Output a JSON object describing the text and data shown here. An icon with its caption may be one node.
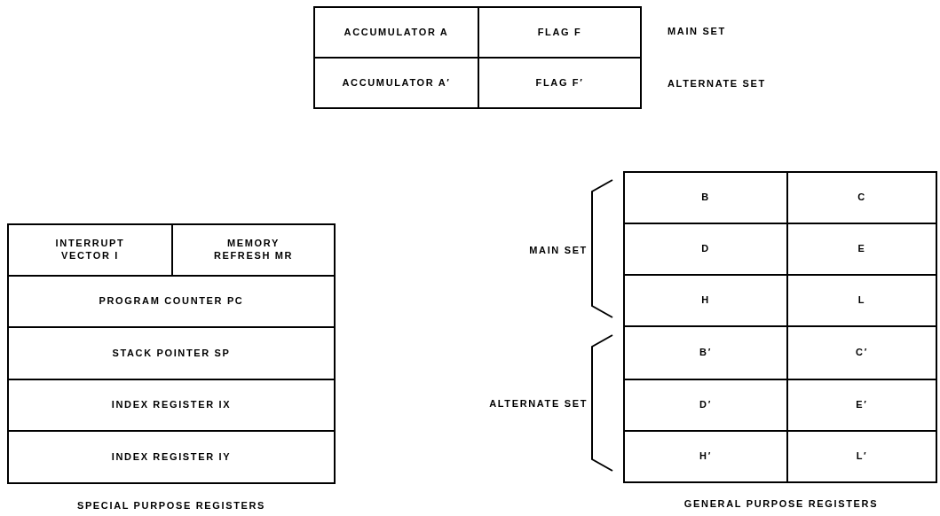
{
  "diagram": {
    "nodes": [
      {
        "text": [
          "ACCUMULATOR A"
        ]
      },
      {
        "text": [
          "FLAG F"
        ]
      },
      {
        "text": [
          "ACCUMULATOR A′"
        ]
      },
      {
        "text": [
          "FLAG F′"
        ]
      },
      {
        "text": [
          "INTERRUPT VECTOR I"
        ]
      },
      {
        "text": [
          "MEMORY REFRESH MR"
        ]
      },
      {
        "text": [
          "PROGRAM COUNTER PC"
        ]
      },
      {
        "text": [
          "STACK POINTER SP"
        ]
      },
      {
        "text": [
          "INDEX REGISTER IX"
        ]
      },
      {
        "text": [
          "INDEX REGISTER IY"
        ]
      },
      {
        "text": [
          "B"
        ]
      },
      {
        "text": [
          "C"
        ]
      },
      {
        "text": [
          "D"
        ]
      },
      {
        "text": [
          "E"
        ]
      },
      {
        "text": [
          "H"
        ]
      },
      {
        "text": [
          "L"
        ]
      },
      {
        "text": [
          "B′"
        ]
      },
      {
        "text": [
          "C′"
        ]
      },
      {
        "text": [
          "D′"
        ]
      },
      {
        "text": [
          "E′"
        ]
      },
      {
        "text": [
          "H′"
        ]
      },
      {
        "text": [
          "L′"
        ]
      }
    ],
    "labels": [
      "MAIN SET",
      "ALTERNATE SET",
      "MAIN SET",
      "ALTERNATE SET",
      "SPECIAL PURPOSE REGISTERS",
      "GENERAL PURPOSE REGISTERS"
    ]
  }
}
